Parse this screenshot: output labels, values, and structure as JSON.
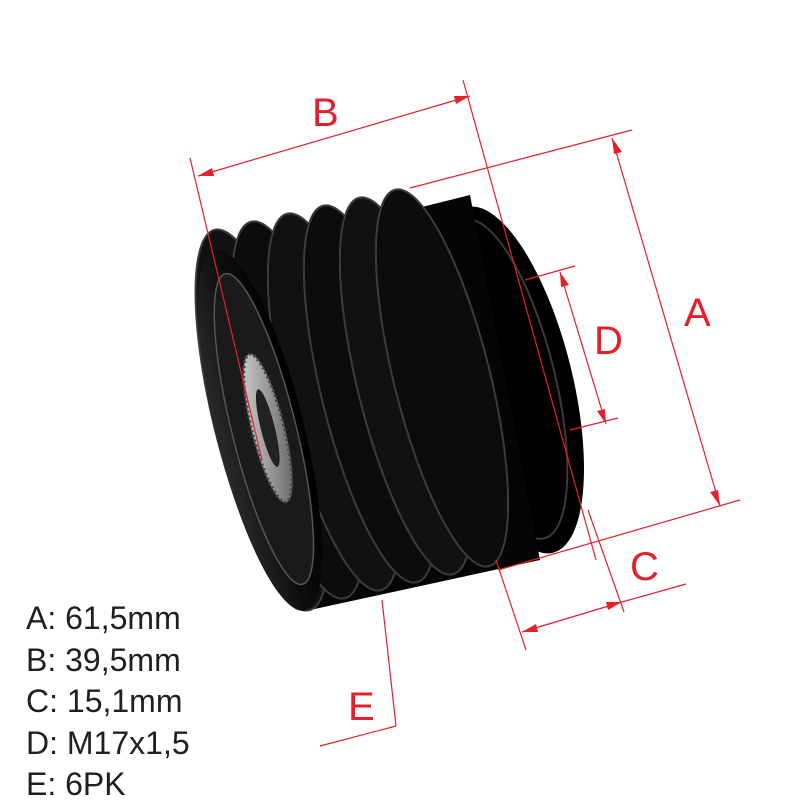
{
  "dimension_letters": {
    "a": "A",
    "b": "B",
    "c": "C",
    "d": "D",
    "e": "E"
  },
  "specs": [
    {
      "key": "A:",
      "value": "61,5mm"
    },
    {
      "key": "B:",
      "value": "39,5mm"
    },
    {
      "key": "C:",
      "value": "15,1mm"
    },
    {
      "key": "D:",
      "value": "M17x1,5"
    },
    {
      "key": "E:",
      "value": "6PK"
    }
  ],
  "colors": {
    "dimension": "#e3202c",
    "pulley_body": "#0b0b0b",
    "text": "#1f1f1f"
  }
}
